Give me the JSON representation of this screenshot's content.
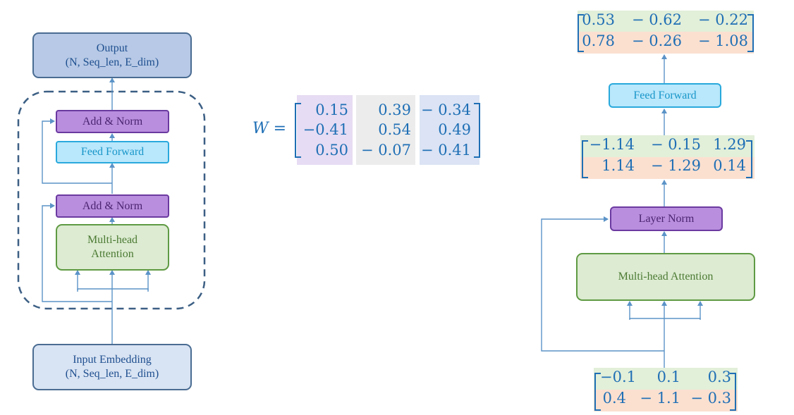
{
  "left_diagram": {
    "output_title": "Output",
    "output_shape": "(N, Seq_len, E_dim)",
    "add_norm_top": "Add & Norm",
    "feed_forward": "Feed Forward",
    "add_norm_bottom": "Add & Norm",
    "mha_line1": "Multi-head",
    "mha_line2": "Attention",
    "input_title": "Input Embedding",
    "input_shape": "(N, Seq_len, E_dim)"
  },
  "weight_matrix": {
    "label": "W",
    "equals": "=",
    "rows": [
      [
        "0.15",
        "0.39",
        "− 0.34"
      ],
      [
        "−0.41",
        "0.54",
        "0.49"
      ],
      [
        "0.50",
        "− 0.07",
        "− 0.41"
      ]
    ],
    "column_colors": [
      "#e6dcf3",
      "#ececec",
      "#dbe3f4"
    ]
  },
  "right_diagram": {
    "feed_forward": "Feed Forward",
    "layer_norm": "Layer Norm",
    "mha": "Multi-head Attention",
    "output_matrix": [
      [
        "0.53",
        "− 0.62",
        "− 0.22"
      ],
      [
        "0.78",
        "− 0.26",
        "− 1.08"
      ]
    ],
    "norm_matrix": [
      [
        "−1.14",
        "− 0.15",
        "1.29"
      ],
      [
        "1.14",
        "− 1.29",
        "0.14"
      ]
    ],
    "input_matrix": [
      [
        "−0.1",
        "0.1",
        "0.3"
      ],
      [
        "0.4",
        "− 1.1",
        "− 0.3"
      ]
    ],
    "row_colors": [
      "#e2efd9",
      "#fbe0d0"
    ]
  },
  "colors": {
    "wire": "#5b93c7",
    "matrix_text": "#1f6fb5"
  }
}
